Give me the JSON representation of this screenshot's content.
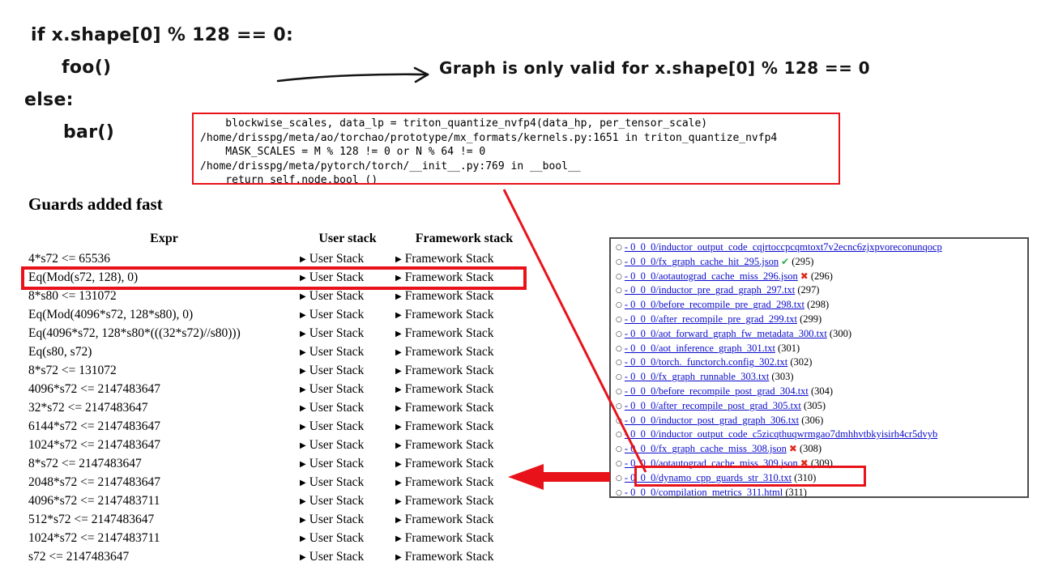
{
  "colors": {
    "highlight_red": "#e8131a",
    "link_blue": "#0b0bcd",
    "check_green": "#2fa84f",
    "cross_red": "#e02b20",
    "box_border_gray": "#4d4d4d"
  },
  "handwritten": {
    "code_lines": [
      "if x.shape[0] % 128 == 0:",
      "foo()",
      "else:",
      "bar()"
    ],
    "note": "Graph is only valid for x.shape[0] % 128 == 0"
  },
  "stack_trace": {
    "lines": [
      "    blockwise_scales, data_lp = triton_quantize_nvfp4(data_hp, per_tensor_scale)",
      "/home/drisspg/meta/ao/torchao/prototype/mx_formats/kernels.py:1651 in triton_quantize_nvfp4",
      "    MASK_SCALES = M % 128 != 0 or N % 64 != 0",
      "/home/drisspg/meta/pytorch/torch/__init__.py:769 in __bool__",
      "    return self.node.bool_()"
    ]
  },
  "guards": {
    "heading": "Guards added fast",
    "table": {
      "headers": [
        "Expr",
        "User stack",
        "Framework stack"
      ],
      "user_stack_label": "User Stack",
      "framework_stack_label": "Framework Stack",
      "highlighted_row_index": 1,
      "rows": [
        "4*s72 <= 65536",
        "Eq(Mod(s72, 128), 0)",
        "8*s80 <= 131072",
        "Eq(Mod(4096*s72, 128*s80), 0)",
        "Eq(4096*s72, 128*s80*(((32*s72)//s80)))",
        "Eq(s80, s72)",
        "8*s72 <= 131072",
        "4096*s72 <= 2147483647",
        "32*s72 <= 2147483647",
        "6144*s72 <= 2147483647",
        "1024*s72 <= 2147483647",
        "8*s72 <= 2147483647",
        "2048*s72 <= 2147483647",
        "4096*s72 <= 2147483711",
        "512*s72 <= 2147483647",
        "1024*s72 <= 2147483711",
        "s72 <= 2147483647"
      ]
    }
  },
  "tlparse": {
    "highlighted_item_index": 17,
    "items": [
      {
        "link": "- 0_0_0/inductor_output_code_cqjrtoccpcqmtoxt7v2ecnc6zjxpvoreconunqocp",
        "status": "",
        "num": ""
      },
      {
        "link": "- 0_0_0/fx_graph_cache_hit_295.json",
        "status": "check",
        "num": "(295)"
      },
      {
        "link": "- 0_0_0/aotautograd_cache_miss_296.json",
        "status": "cross",
        "num": "(296)"
      },
      {
        "link": "- 0_0_0/inductor_pre_grad_graph_297.txt",
        "status": "",
        "num": "(297)"
      },
      {
        "link": "- 0_0_0/before_recompile_pre_grad_298.txt",
        "status": "",
        "num": "(298)"
      },
      {
        "link": "- 0_0_0/after_recompile_pre_grad_299.txt",
        "status": "",
        "num": "(299)"
      },
      {
        "link": "- 0_0_0/aot_forward_graph_fw_metadata_300.txt",
        "status": "",
        "num": "(300)"
      },
      {
        "link": "- 0_0_0/aot_inference_graph_301.txt",
        "status": "",
        "num": "(301)"
      },
      {
        "link": "- 0_0_0/torch._functorch.config_302.txt",
        "status": "",
        "num": "(302)"
      },
      {
        "link": "- 0_0_0/fx_graph_runnable_303.txt",
        "status": "",
        "num": "(303)"
      },
      {
        "link": "- 0_0_0/before_recompile_post_grad_304.txt",
        "status": "",
        "num": "(304)"
      },
      {
        "link": "- 0_0_0/after_recompile_post_grad_305.txt",
        "status": "",
        "num": "(305)"
      },
      {
        "link": "- 0_0_0/inductor_post_grad_graph_306.txt",
        "status": "",
        "num": "(306)"
      },
      {
        "link": "- 0_0_0/inductor_output_code_c5zicqthuqwrmgao7dmhhvtbkyisirh4cr5dvyb",
        "status": "",
        "num": ""
      },
      {
        "link": "- 0_0_0/fx_graph_cache_miss_308.json",
        "status": "cross",
        "num": "(308)"
      },
      {
        "link": "- 0_0_0/aotautograd_cache_miss_309.json",
        "status": "cross",
        "num": "(309)"
      },
      {
        "link": "- 0_0_0/dynamo_cpp_guards_str_310.txt",
        "status": "",
        "num": "(310)"
      },
      {
        "link": "- 0_0_0/compilation_metrics_311.html",
        "status": "",
        "num": "(311)"
      }
    ],
    "footer": "[-/-]"
  }
}
